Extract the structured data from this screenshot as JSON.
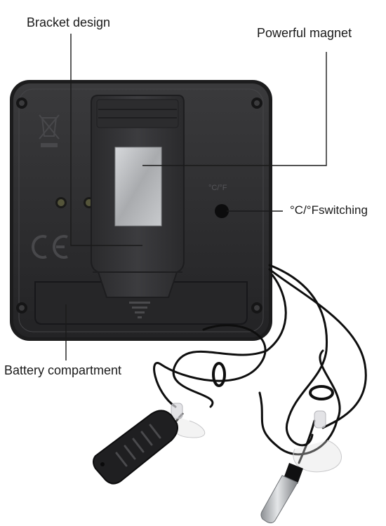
{
  "callouts": {
    "bracket_design": "Bracket design",
    "powerful_magnet": "Powerful magnet",
    "unit_switching": "°C/°Fswitching",
    "battery_compartment": "Battery compartment"
  },
  "device": {
    "switch_marking": "°C/°F"
  },
  "colors": {
    "body": "#2b2b2d",
    "body_edge": "#1a1a1b",
    "clip": "#333336",
    "magnet": "#b9bbbe",
    "leader_line": "#1a1a1a",
    "cable": "#0e0e0e"
  }
}
